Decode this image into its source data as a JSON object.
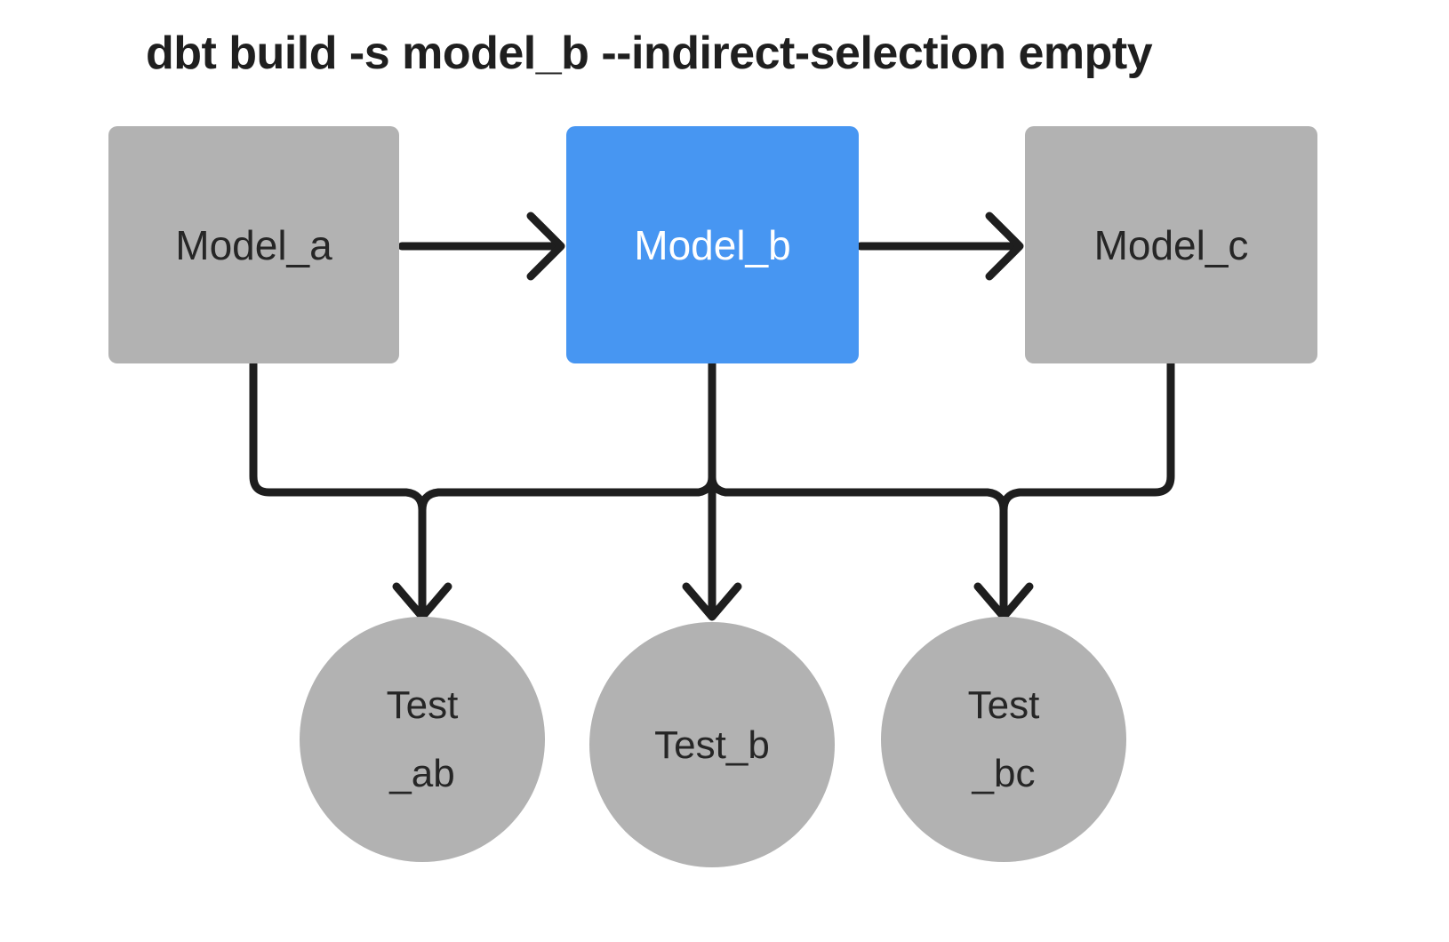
{
  "title": "dbt build -s model_b --indirect-selection empty",
  "colors": {
    "node-gray": "#b2b2b2",
    "node-blue": "#4796f2",
    "line": "#1e1e1e",
    "text-dark": "#262626",
    "text-light": "#ffffff",
    "background": "#ffffff"
  },
  "nodes": {
    "model_a": {
      "label": "Model_a",
      "type": "model",
      "highlighted": false
    },
    "model_b": {
      "label": "Model_b",
      "type": "model",
      "highlighted": true
    },
    "model_c": {
      "label": "Model_c",
      "type": "model",
      "highlighted": false
    },
    "test_ab": {
      "line1": "Test",
      "line2": "_ab",
      "type": "test"
    },
    "test_b": {
      "label": "Test_b",
      "type": "test"
    },
    "test_bc": {
      "line1": "Test",
      "line2": "_bc",
      "type": "test"
    }
  },
  "edges": [
    {
      "from": "Model_a",
      "to": "Model_b"
    },
    {
      "from": "Model_b",
      "to": "Model_c"
    },
    {
      "from": "Model_a",
      "to": "Test_ab"
    },
    {
      "from": "Model_b",
      "to": "Test_ab"
    },
    {
      "from": "Model_b",
      "to": "Test_b"
    },
    {
      "from": "Model_b",
      "to": "Test_bc"
    },
    {
      "from": "Model_c",
      "to": "Test_bc"
    }
  ]
}
